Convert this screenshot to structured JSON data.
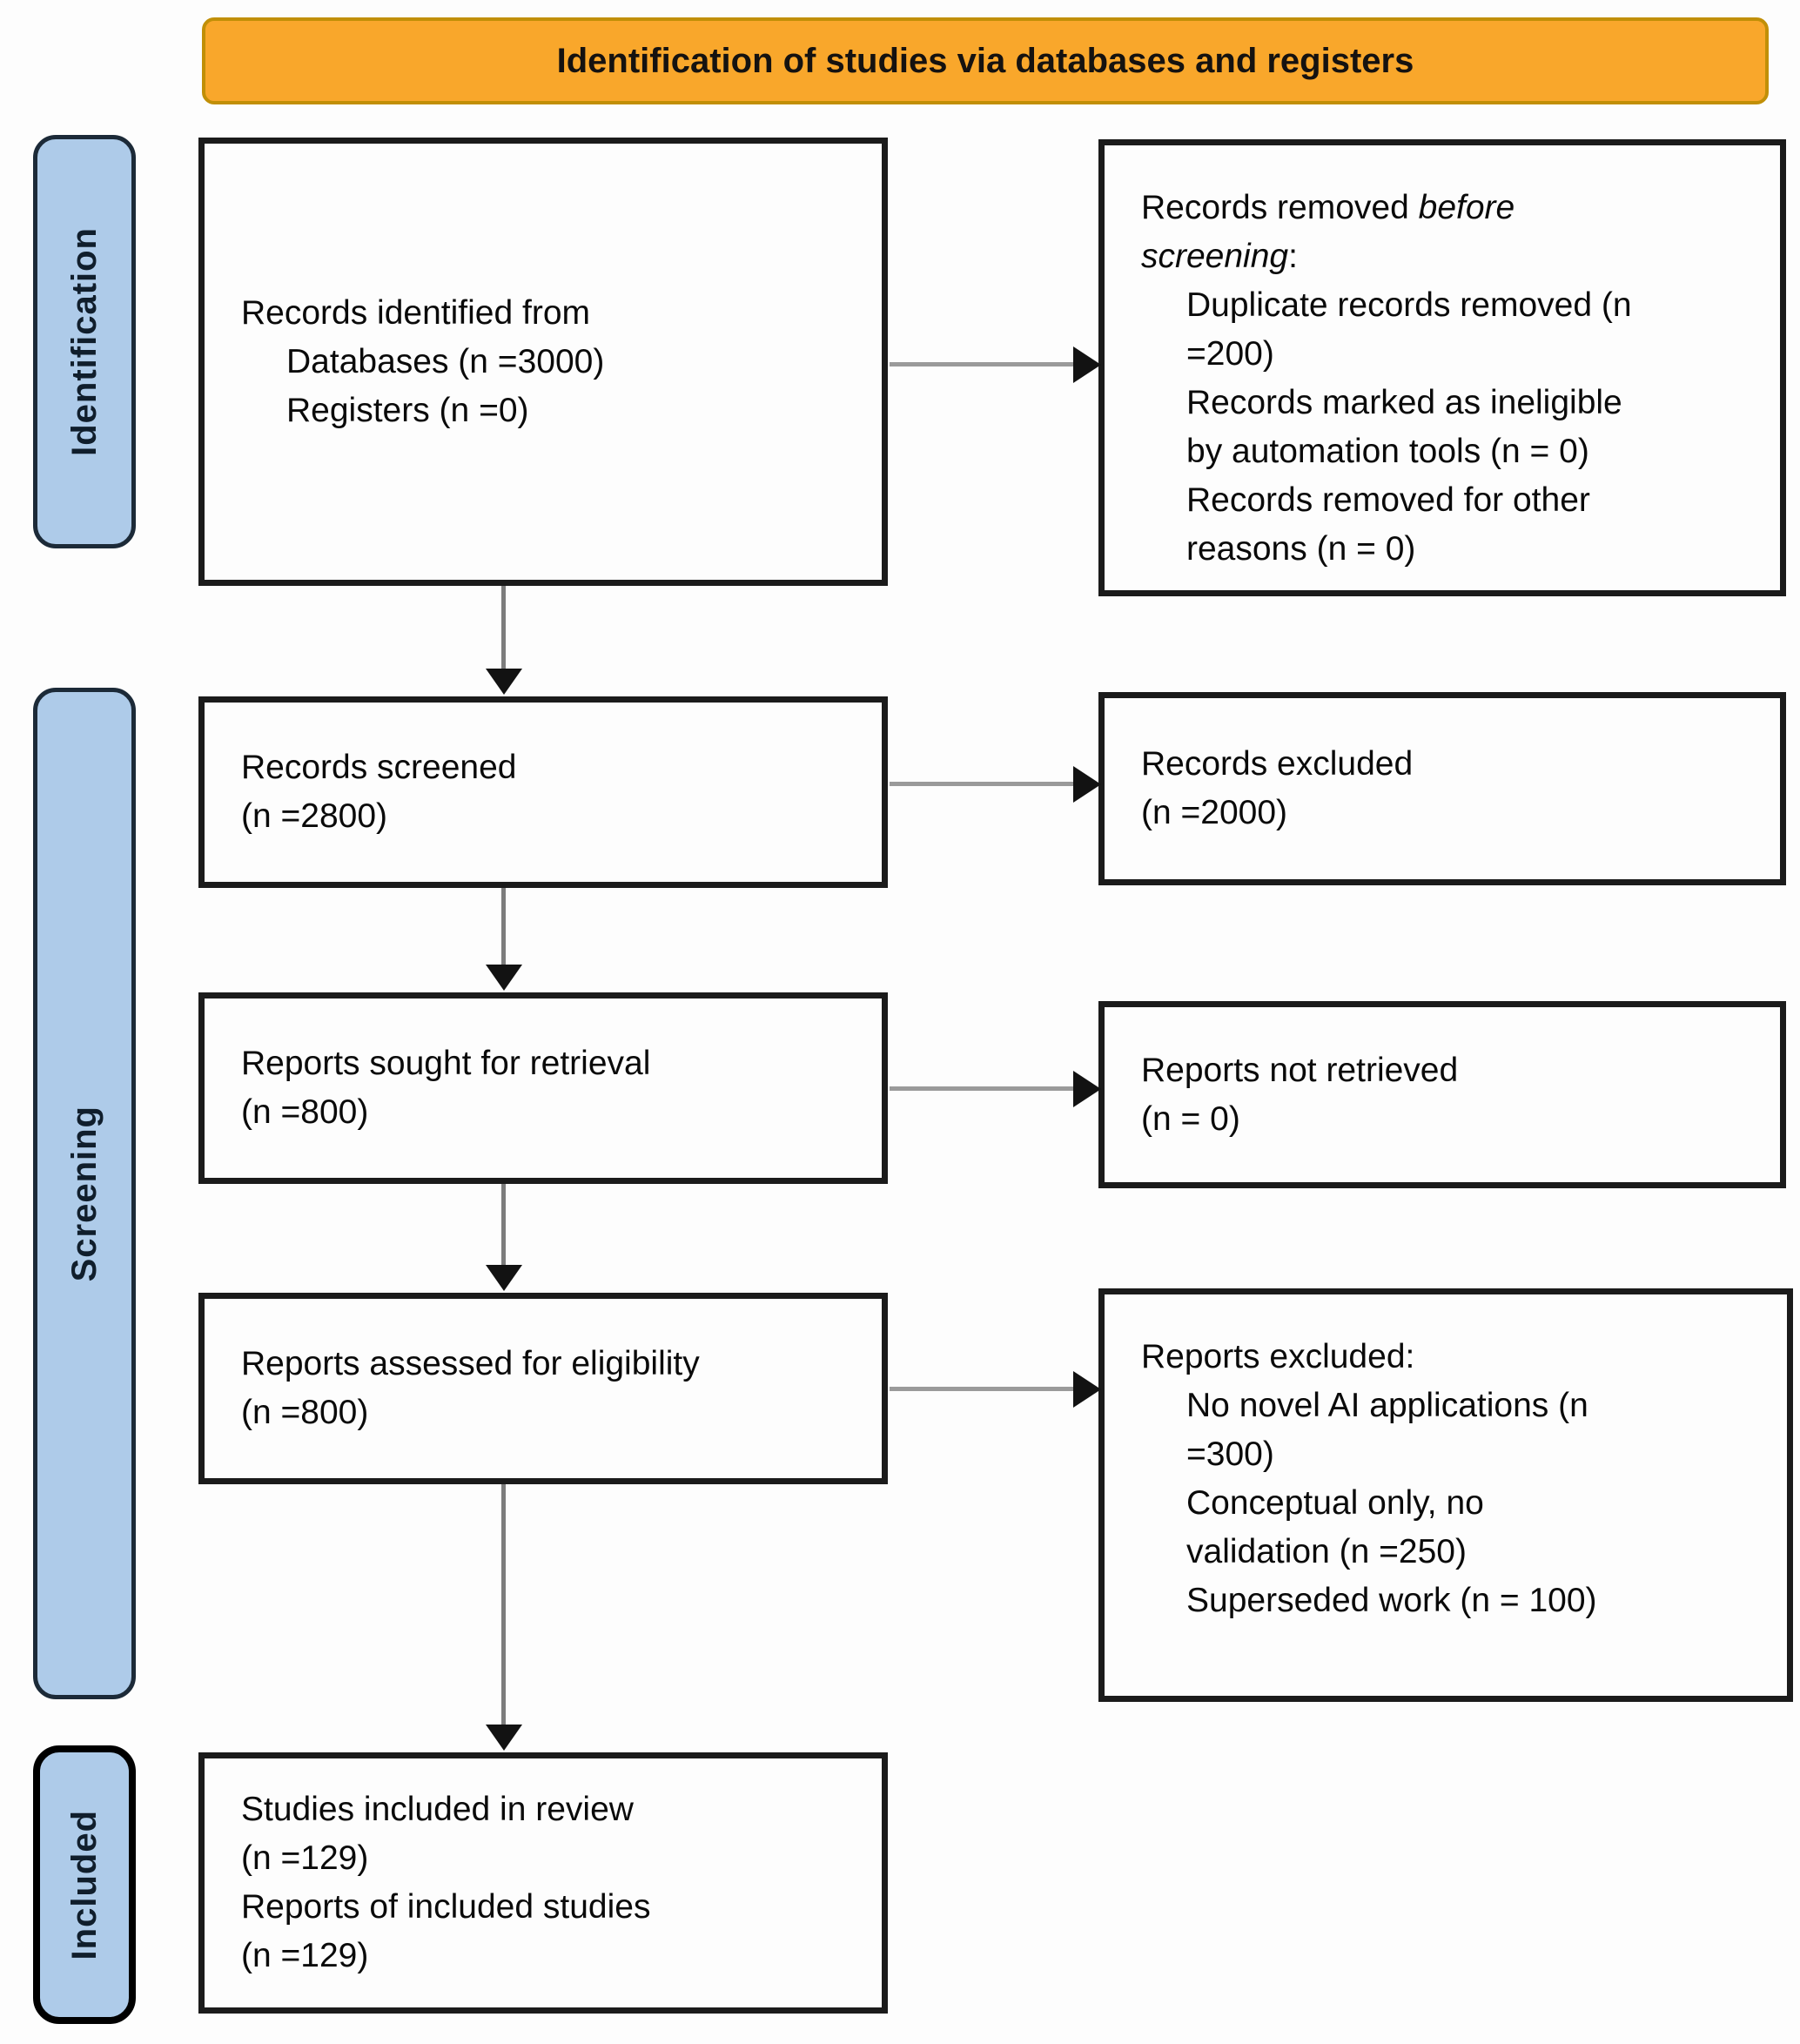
{
  "banner": {
    "label": "Identification of studies via databases and registers"
  },
  "sidebar": {
    "stages": [
      {
        "label": "Identification"
      },
      {
        "label": "Screening"
      },
      {
        "label": "Included"
      }
    ]
  },
  "boxes": {
    "records_identified": {
      "lines": [
        {
          "text": "Records identified from",
          "indent": 0
        },
        {
          "text": "Databases (n =3000)",
          "indent": 1
        },
        {
          "text": "Registers (n =0)",
          "indent": 1
        }
      ]
    },
    "records_removed": {
      "lines": [
        {
          "segments": [
            {
              "text": "Records removed ",
              "italic": false
            },
            {
              "text": "before",
              "italic": true
            }
          ],
          "indent": 0
        },
        {
          "segments": [
            {
              "text": "screening",
              "italic": true
            },
            {
              "text": ":",
              "italic": false
            }
          ],
          "indent": 0
        },
        {
          "text": "Duplicate records removed (n",
          "indent": 1
        },
        {
          "text": "=200)",
          "indent": 1
        },
        {
          "text": "Records marked as ineligible",
          "indent": 1
        },
        {
          "text": "by automation tools (n = 0)",
          "indent": 1
        },
        {
          "text": "Records removed for other",
          "indent": 1
        },
        {
          "text": "reasons (n = 0)",
          "indent": 1
        }
      ]
    },
    "records_screened": {
      "lines": [
        {
          "text": "Records screened",
          "indent": 0
        },
        {
          "text": "(n =2800)",
          "indent": 0
        }
      ]
    },
    "records_excluded": {
      "lines": [
        {
          "text": "Records excluded",
          "indent": 0
        },
        {
          "text": "(n =2000)",
          "indent": 0
        }
      ]
    },
    "reports_sought": {
      "lines": [
        {
          "text": "Reports sought for retrieval",
          "indent": 0
        },
        {
          "text": "(n =800)",
          "indent": 0
        }
      ]
    },
    "reports_not_retrieved": {
      "lines": [
        {
          "text": "Reports not retrieved",
          "indent": 0
        },
        {
          "text": "(n = 0)",
          "indent": 0
        }
      ]
    },
    "reports_assessed": {
      "lines": [
        {
          "text": "Reports assessed for eligibility",
          "indent": 0
        },
        {
          "text": "(n =800)",
          "indent": 0
        }
      ]
    },
    "reports_excluded": {
      "lines": [
        {
          "text": "Reports excluded:",
          "indent": 0
        },
        {
          "text": "No novel AI applications (n",
          "indent": 1
        },
        {
          "text": "=300)",
          "indent": 1
        },
        {
          "text": "Conceptual only, no",
          "indent": 1
        },
        {
          "text": "validation (n =250)",
          "indent": 1
        },
        {
          "text": "Superseded work (n = 100)",
          "indent": 1
        }
      ]
    },
    "studies_included": {
      "lines": [
        {
          "text": "Studies included in review",
          "indent": 0
        },
        {
          "text": "(n =129)",
          "indent": 0
        },
        {
          "text": "Reports of included studies",
          "indent": 0
        },
        {
          "text": "(n =129)",
          "indent": 0
        }
      ]
    }
  },
  "colors": {
    "banner_fill": "#F9A72B",
    "banner_border": "#C18F07",
    "stage_fill": "#AECBE9",
    "stage_border": "#1C2A38",
    "box_border": "#1B1B1B",
    "arrow_line": "#8A8A8A",
    "arrow_head": "#121212"
  }
}
